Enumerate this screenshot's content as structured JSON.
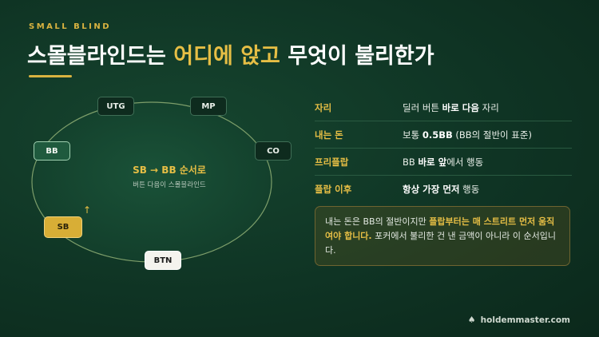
{
  "eyebrow": "SMALL BLIND",
  "title": {
    "part1": "스몰블라인드는 ",
    "accent": "어디에 앉고",
    "part2": " 무엇이 불리한가"
  },
  "seats": {
    "utg": "UTG",
    "mp": "MP",
    "co": "CO",
    "bb": "BB",
    "sb": "SB",
    "btn": "BTN"
  },
  "center": {
    "main": "SB → BB 순서로",
    "sub": "버튼 다음이 스몰블라인드"
  },
  "info": [
    {
      "label": "자리",
      "value_pre": "딜러 버튼 ",
      "value_bold": "바로 다음",
      "value_post": " 자리"
    },
    {
      "label": "내는 돈",
      "value_pre": "보통 ",
      "value_bold": "0.5BB",
      "value_post": " (BB의 절반이 표준)"
    },
    {
      "label": "프리플랍",
      "value_pre": "BB ",
      "value_bold": "바로 앞",
      "value_post": "에서 행동"
    },
    {
      "label": "플랍 이후",
      "value_pre": "",
      "value_bold": "항상 가장 먼저",
      "value_post": " 행동"
    }
  ],
  "note": {
    "pre": "내는 돈은 BB의 절반이지만 ",
    "highlight": "플랍부터는 매 스트리트 먼저 움직여야 합니다.",
    "post": " 포커에서 불리한 건 낸 금액이 아니라 이 순서입니다."
  },
  "footer": "holdemmaster.com",
  "icons": {
    "footer_icon": "spade-icon",
    "arrow": "arrow-up-icon"
  },
  "colors": {
    "accent": "#e6be45",
    "felt": "#14432e",
    "background": "#0f3424"
  }
}
